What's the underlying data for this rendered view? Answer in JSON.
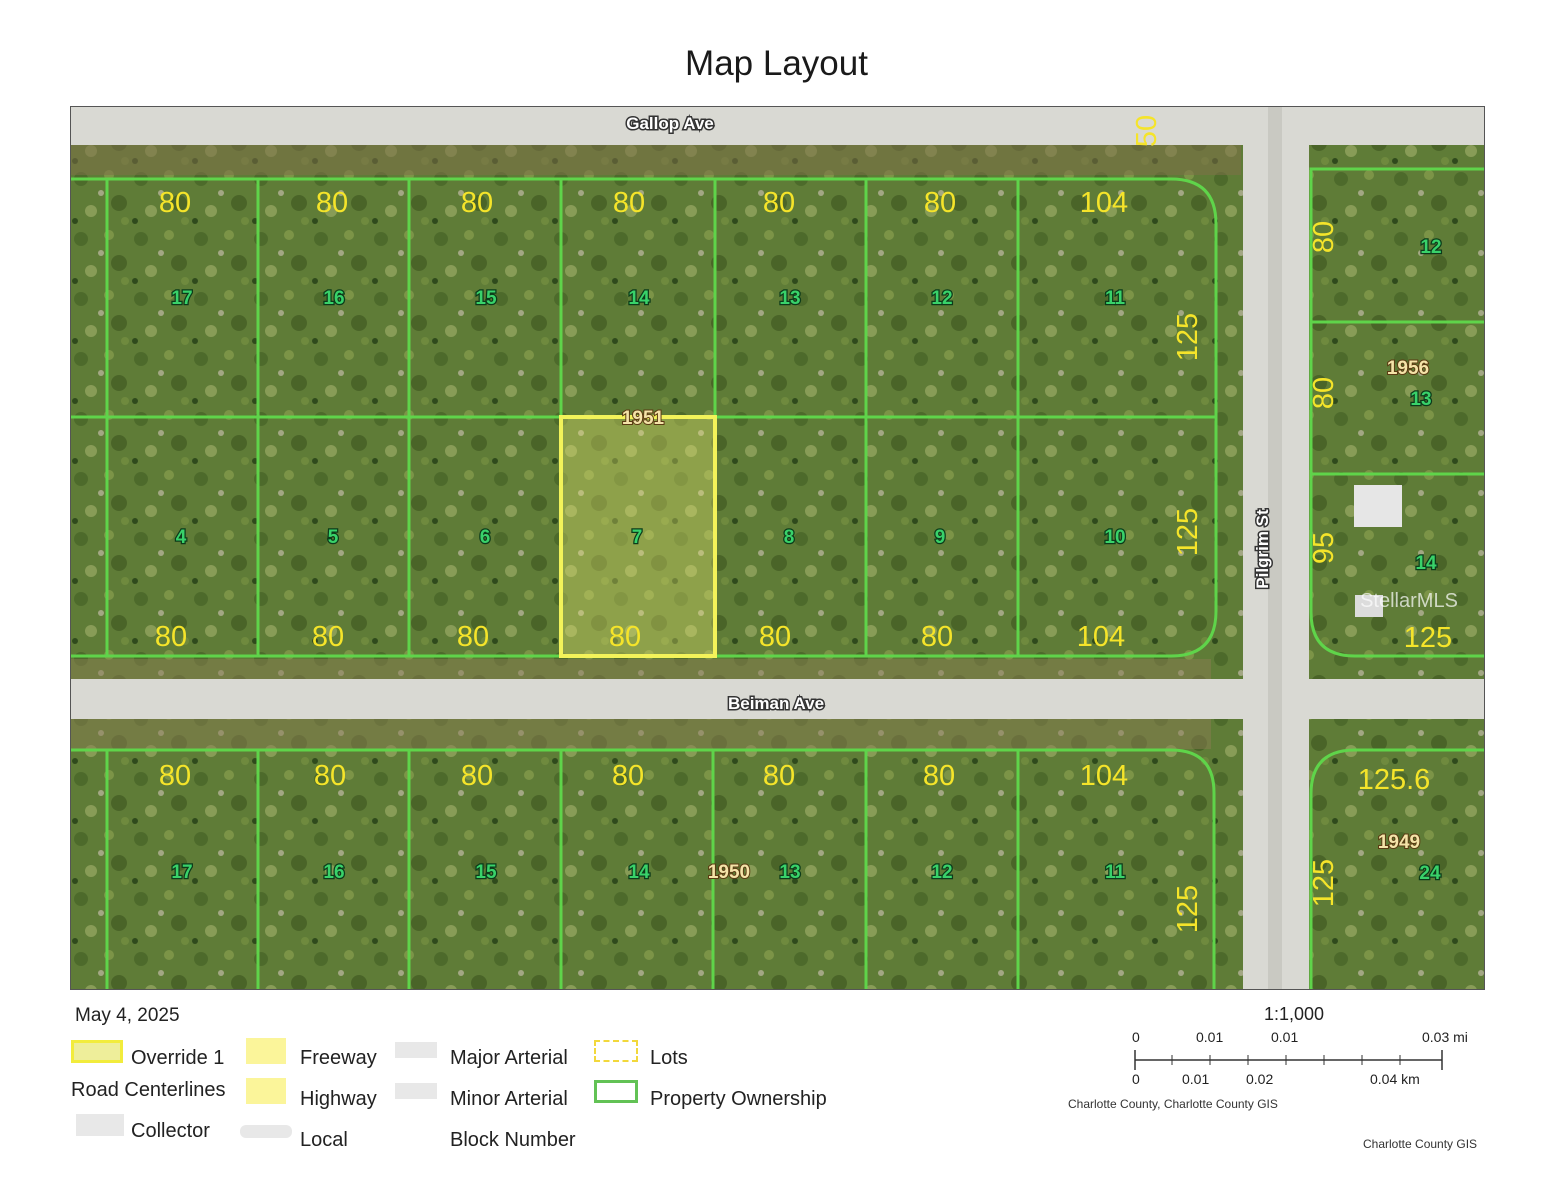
{
  "page_title": "Map Layout",
  "roads": {
    "north": "Gallop Ave",
    "middle": "Beiman Ave",
    "east": "Pilgrim St"
  },
  "dimension_labels": {
    "top_corner": "50",
    "north_row_widths": [
      "80",
      "80",
      "80",
      "80",
      "80",
      "80",
      "104"
    ],
    "middle_row_widths": [
      "80",
      "80",
      "80",
      "80",
      "80",
      "80",
      "104"
    ],
    "south_row_widths": [
      "80",
      "80",
      "80",
      "80",
      "80",
      "80",
      "104"
    ],
    "east_depths": [
      "125",
      "125",
      "125"
    ],
    "east_block_depths": [
      "80",
      "80",
      "95",
      "125"
    ],
    "east_block_bottom": "125",
    "southeast_top": "125.6",
    "southeast_depth": "125"
  },
  "lot_numbers": {
    "north_row": [
      "17",
      "16",
      "15",
      "14",
      "13",
      "12",
      "11"
    ],
    "middle_row": [
      "4",
      "5",
      "6",
      "7",
      "8",
      "9",
      "10"
    ],
    "south_row": [
      "17",
      "16",
      "15",
      "14",
      "13",
      "12",
      "11"
    ],
    "east_block": [
      "12",
      "13",
      "14"
    ],
    "southeast": "24"
  },
  "block_numbers": {
    "north_block": "1951",
    "south_block": "1950",
    "east_block": "1956",
    "southeast_block": "1949"
  },
  "watermark": "StellarMLS",
  "date": "May 4, 2025",
  "legend": {
    "override": "Override 1",
    "road_centerlines": "Road Centerlines",
    "freeway": "Freeway",
    "highway": "Highway",
    "collector": "Collector",
    "local": "Local",
    "major_arterial": "Major Arterial",
    "minor_arterial": "Minor Arterial",
    "block_number": "Block Number",
    "lots": "Lots",
    "property_ownership": "Property Ownership"
  },
  "scale": {
    "ratio": "1:1,000",
    "mi_ticks": [
      "0",
      "0.01",
      "0.01",
      "0.03 mi"
    ],
    "km_ticks": [
      "0",
      "0.01",
      "0.02",
      "0.04 km"
    ]
  },
  "credits": {
    "line1": "Charlotte County, Charlotte County GIS",
    "line2": "Charlotte County GIS"
  },
  "colors": {
    "parcel_line": "#5fd44a",
    "highlight": "#f3f35a",
    "dimension_text": "#f5e42a",
    "lot_text": "#39d26a",
    "vegetation": "#5d7a36",
    "road": "#d8d8d2"
  }
}
